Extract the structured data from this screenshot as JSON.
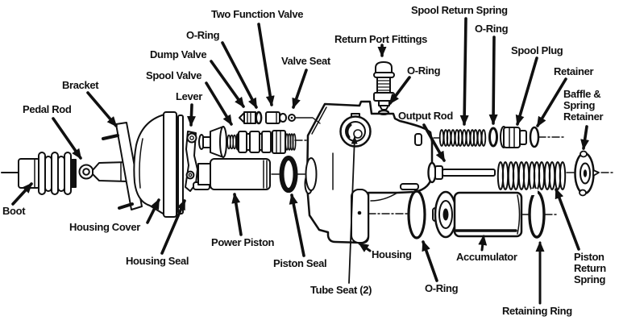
{
  "diagram": {
    "background_color": "#ffffff",
    "ink_color": "#101010",
    "labels": {
      "two_function_valve": "Two Function Valve",
      "o_ring_top_left": "O-Ring",
      "dump_valve": "Dump Valve",
      "spool_valve": "Spool Valve",
      "valve_seat": "Valve Seat",
      "return_port_fittings": "Return Port Fittings",
      "o_ring_mid": "O-Ring",
      "spool_return_spring": "Spool Return Spring",
      "o_ring_top_right": "O-Ring",
      "spool_plug": "Spool Plug",
      "retainer": "Retainer",
      "baffle_spring_retainer": "Baffle &\nSpring\nRetainer",
      "bracket": "Bracket",
      "pedal_rod": "Pedal Rod",
      "lever": "Lever",
      "output_rod": "Output Rod",
      "boot": "Boot",
      "housing_cover": "Housing Cover",
      "housing_seal": "Housing Seal",
      "power_piston": "Power Piston",
      "piston_seal": "Piston Seal",
      "tube_seat": "Tube Seat (2)",
      "housing": "Housing",
      "o_ring_bottom": "O-Ring",
      "accumulator": "Accumulator",
      "retaining_ring": "Retaining Ring",
      "piston_return_spring": "Piston\nReturn\nSpring"
    }
  }
}
